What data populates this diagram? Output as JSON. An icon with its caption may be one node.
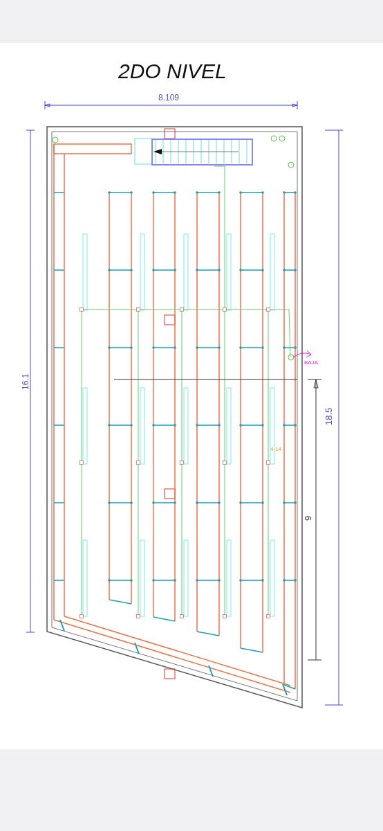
{
  "diagram": {
    "title": "2DO NIVEL",
    "labels": [
      "8.109",
      "16.1",
      "18.5",
      "9",
      "BAJA",
      "4-14"
    ]
  }
}
